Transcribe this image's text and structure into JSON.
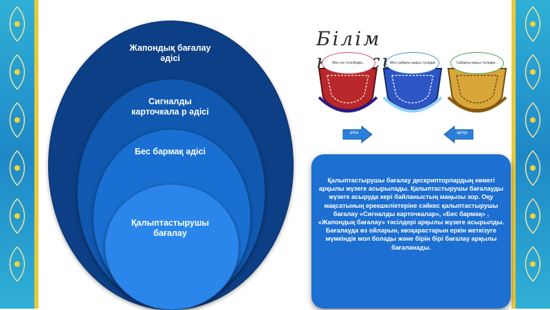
{
  "circles": {
    "outer_label": "Жапондық бағалау әдісі",
    "second_label": "Сигналды карточкала р әдісі",
    "third_label": "Бес бармақ әдісі",
    "inner_label": "Қалыптастырушы бағалау"
  },
  "banner": {
    "title": "Білім қоржыны",
    "bags": [
      {
        "color": "#b8272b",
        "note": "Мен әлі түсінбедім..."
      },
      {
        "color": "#2d55c4",
        "note": "Мен сабақты жақсы түсіндім"
      },
      {
        "color": "#d9a63a",
        "note": "Сабақты жақсы түсіндім..."
      }
    ]
  },
  "navigation": {
    "next_label": "алға",
    "prev_label": "артқа"
  },
  "description": {
    "text": "Қалыптастырушы бағалау дескрипторлардың көмегі арқылы жүзеге асырылады. Қалыптастырушы бағалауды жүзеге асыруда кері байланыстың маңызы зор. Оқу мақсатының ерекшеліктеріне сәйкес қалыптастырушы бағалау «Сигналды карточкалар», «Бес бармақ» , «Жапондық бағалау» тәсілдері арқылы жүзеге асырылды. Бағалауда өз ойларын, көзқарастарын еркін жеткізуге мүмкіндік мол болады және бірін бірі бағалау арқылы бағаланады."
  },
  "colors": {
    "border": "#1e88c7",
    "accent": "#e9c93b",
    "box": "#1d6fd1"
  }
}
